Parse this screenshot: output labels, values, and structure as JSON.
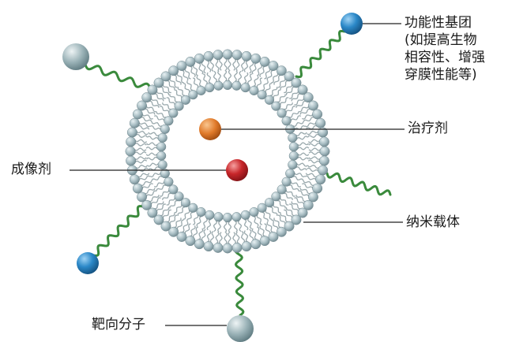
{
  "labels": {
    "functional_group": [
      "功能性基团",
      "(如提高生物",
      "相容性、增强",
      "穿膜性能等)"
    ],
    "therapeutic_agent": "治疗剂",
    "imaging_agent": "成像剂",
    "nanocarrier": "纳米载体",
    "targeting_molecule": "靶向分子"
  },
  "colors": {
    "lipid_head": "#a9bec4",
    "lipid_head_stroke": "#6f878e",
    "lipid_tail": "#9aa9ad",
    "tether": "#3a8a3c",
    "functional_group_sphere": "#2b88c8",
    "targeting_sphere": "#8fa8ad",
    "therapeutic_sphere": "#e07a2a",
    "imaging_sphere": "#c8262a",
    "leader_line": "#222222"
  }
}
